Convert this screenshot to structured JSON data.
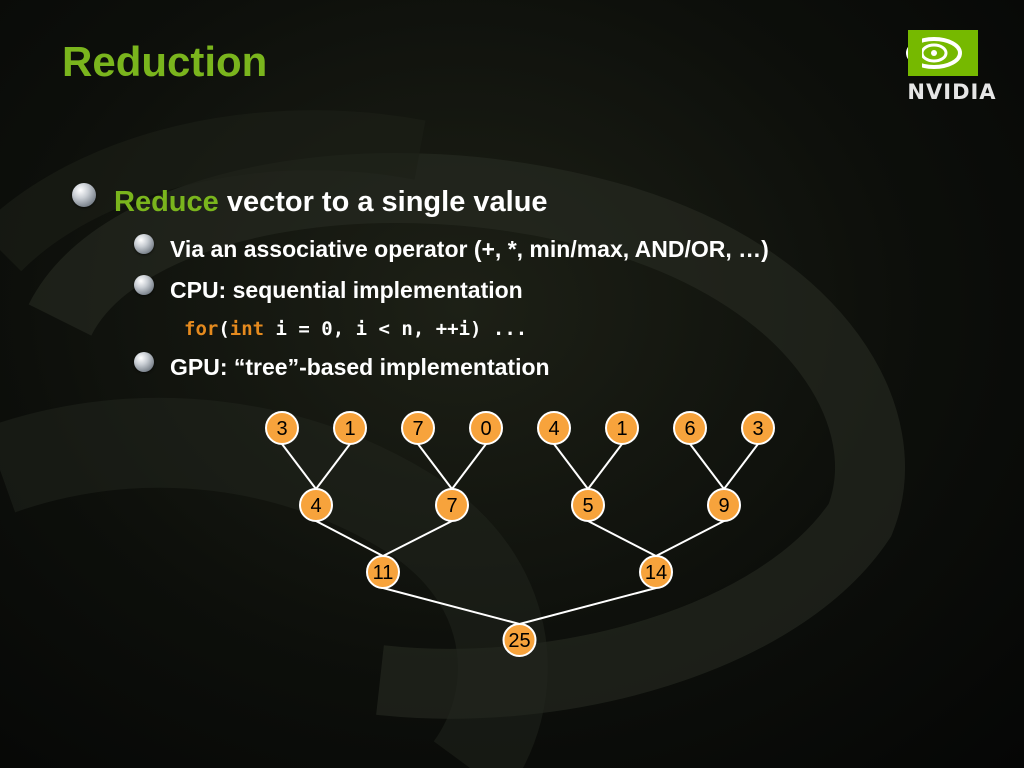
{
  "slide": {
    "title": "Reduction",
    "logo_text": "NVIDIA",
    "bullet1_highlight": "Reduce",
    "bullet1_rest": " vector to a single value",
    "sub_bullets": [
      "Via an associative operator (+, *, min/max, AND/OR, …)",
      "CPU: sequential implementation",
      "GPU: “tree”-based implementation"
    ],
    "code": {
      "kw_for": "for",
      "paren": "(",
      "kw_int": "int",
      "rest": " i = 0, i < n, ++i) ..."
    }
  },
  "tree": {
    "levels": [
      [
        3,
        1,
        7,
        0,
        4,
        1,
        6,
        3
      ],
      [
        4,
        7,
        5,
        9
      ],
      [
        11,
        14
      ],
      [
        25
      ]
    ]
  },
  "colors": {
    "accent_green": "#7ab51d",
    "node_fill": "#f7a33c",
    "keyword_orange": "#e58a1e"
  }
}
